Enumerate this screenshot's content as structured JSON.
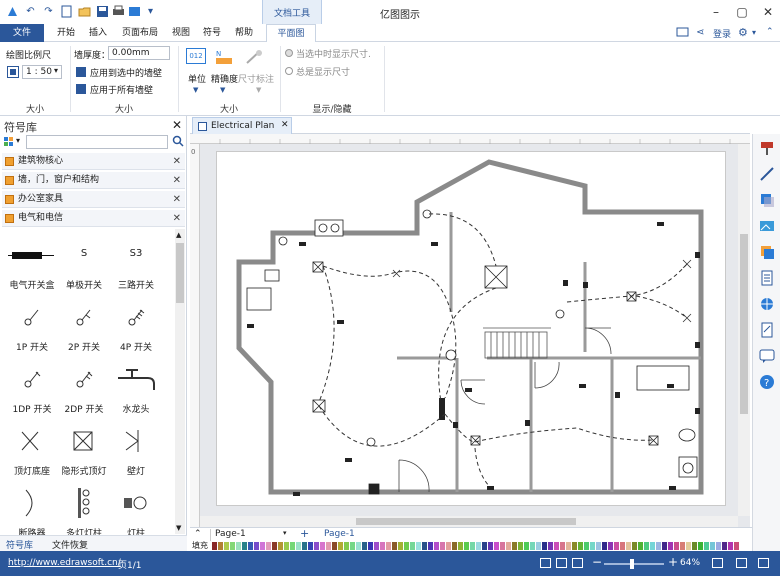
{
  "app": {
    "title": "亿图图示",
    "context_tab": "文档工具"
  },
  "tabs": {
    "file": "文件",
    "items": [
      "开始",
      "插入",
      "页面布局",
      "视图",
      "符号",
      "帮助"
    ],
    "active": "平面图"
  },
  "header_right": {
    "login": "登录"
  },
  "ribbon": {
    "scale_label": "绘图比例尺",
    "scale_value": "1 : 50",
    "wall_thickness_label": "墙厚度：",
    "wall_thickness_value": "0.00mm",
    "apply_selected": "应用到选中的墙壁",
    "apply_all": "应用于所有墙壁",
    "unit_label": "单位",
    "precision_label": "精确度",
    "dimension_label": "尺寸标注",
    "unit_icon_text": "012",
    "show_selected": "当选中时显示尺寸.",
    "always_show": "总是显示尺寸",
    "group_size1": "大小",
    "group_size2": "大小",
    "group_size3": "大小",
    "group_show": "显示/隐藏"
  },
  "library": {
    "title": "符号库",
    "categories": [
      "建筑物核心",
      "墙，门，窗户和结构",
      "办公室家具",
      "电气和电信"
    ],
    "symbols": [
      {
        "label": "电气开关盒",
        "glyph": ""
      },
      {
        "label": "单极开关",
        "glyph": "S"
      },
      {
        "label": "三路开关",
        "glyph": "S3"
      },
      {
        "label": "1P 开关",
        "glyph": ""
      },
      {
        "label": "2P 开关",
        "glyph": ""
      },
      {
        "label": "4P 开关",
        "glyph": ""
      },
      {
        "label": "1DP 开关",
        "glyph": ""
      },
      {
        "label": "2DP 开关",
        "glyph": ""
      },
      {
        "label": "水龙头",
        "glyph": ""
      },
      {
        "label": "顶灯底座",
        "glyph": ""
      },
      {
        "label": "隐形式顶灯",
        "glyph": ""
      },
      {
        "label": "壁灯",
        "glyph": ""
      },
      {
        "label": "断路器",
        "glyph": ""
      },
      {
        "label": "多灯灯柱",
        "glyph": ""
      },
      {
        "label": "灯柱",
        "glyph": ""
      }
    ],
    "bottom_tabs": [
      "符号库",
      "文件恢复"
    ]
  },
  "document": {
    "tab": "Electrical Plan",
    "ruler_zero": "0"
  },
  "pages": {
    "dropdown": "Page-1",
    "add": "+",
    "current": "Page-1"
  },
  "colorbar": {
    "fill_label": "填充"
  },
  "status": {
    "url": "http://www.edrawsoft.cn/",
    "page": "页1/1",
    "zoom": "64%"
  }
}
